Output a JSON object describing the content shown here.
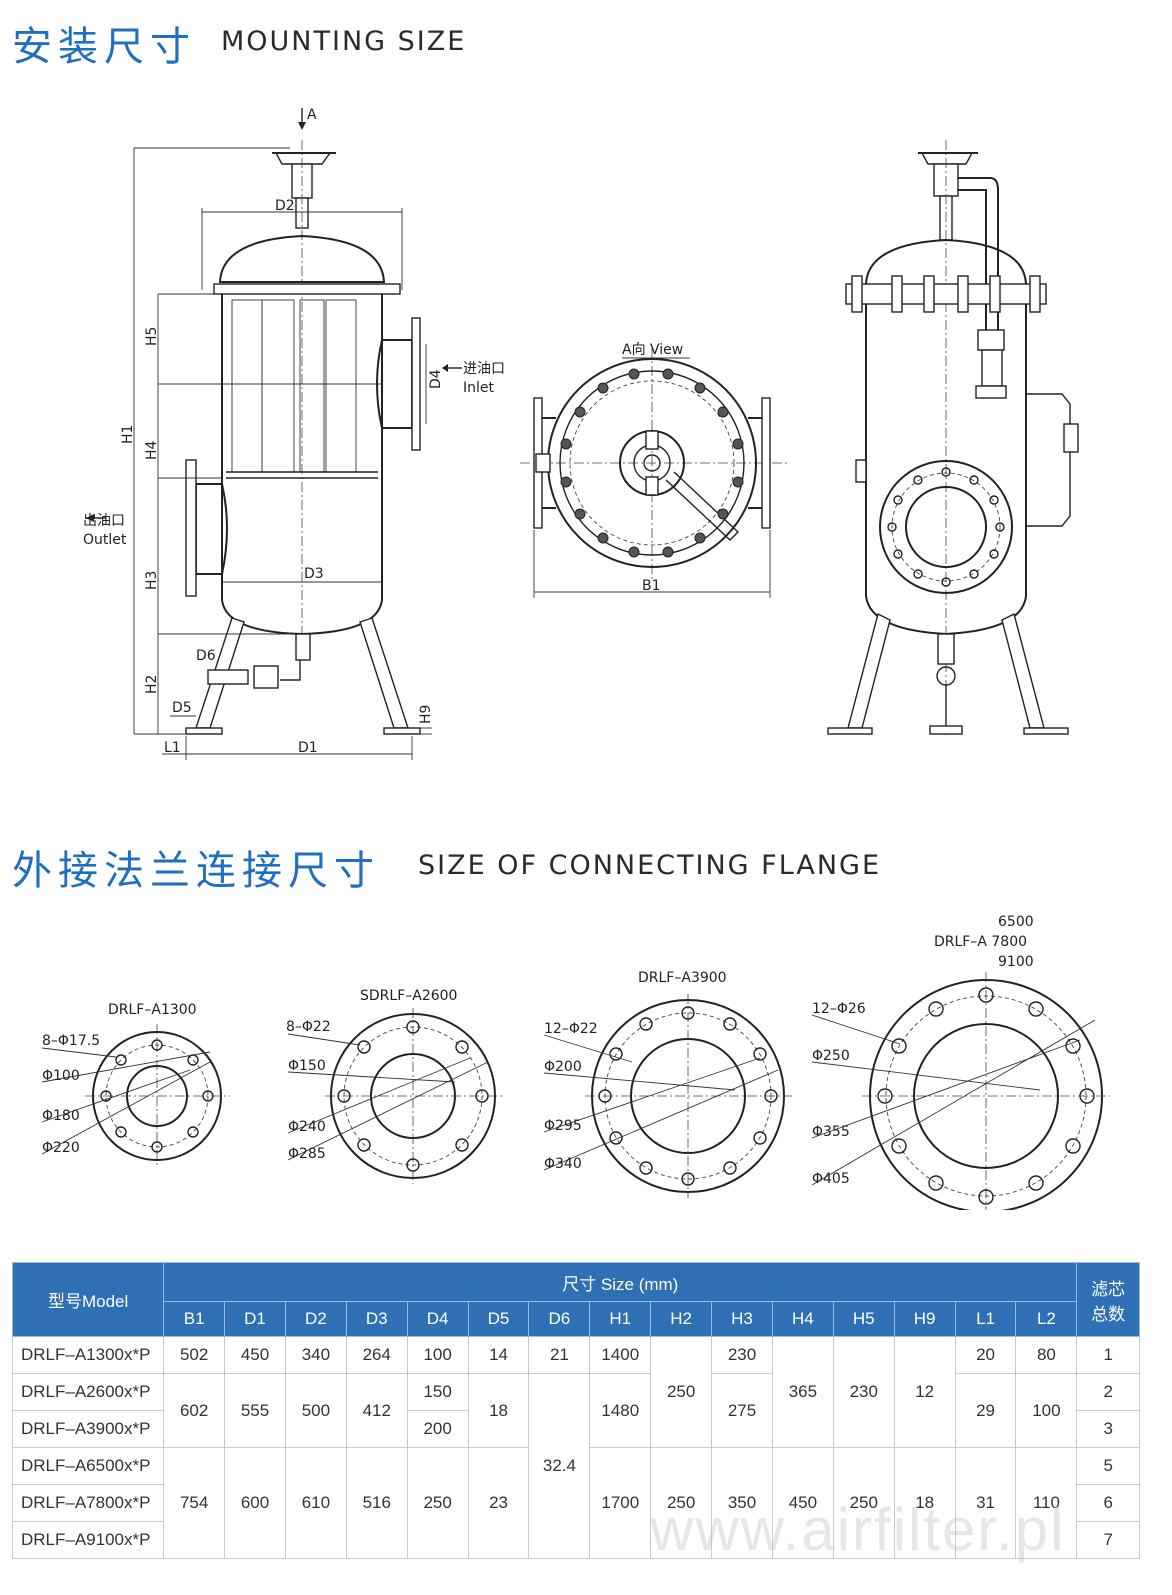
{
  "section1": {
    "title_cn": "安装尺寸",
    "title_en": "MOUNTING SIZE"
  },
  "section2": {
    "title_cn": "外接法兰连接尺寸",
    "title_en": "SIZE OF CONNECTING FLANGE"
  },
  "drawing": {
    "arrow_a": "A",
    "d2": "D2",
    "h1": "H1",
    "h5": "H5",
    "h4": "H4",
    "h3": "H3",
    "h2": "H2",
    "d4": "D4",
    "inlet_cn": "进油口",
    "inlet_en": "Inlet",
    "outlet_cn": "出油口",
    "outlet_en": "Outlet",
    "d3": "D3",
    "d6": "D6",
    "d5": "D5",
    "h9": "H9",
    "l1": "L1",
    "d1": "D1",
    "a_view": "A向 View",
    "b1": "B1"
  },
  "flanges": [
    {
      "model": "DRLF–A1300",
      "holes": "8–Φ17.5",
      "d_in": "Φ100",
      "d_pcd": "Φ180",
      "d_out": "Φ220"
    },
    {
      "model": "SDRLF–A2600",
      "holes": "8–Φ22",
      "d_in": "Φ150",
      "d_pcd": "Φ240",
      "d_out": "Φ285"
    },
    {
      "model": "DRLF–A3900",
      "holes": "12–Φ22",
      "d_in": "Φ200",
      "d_pcd": "Φ295",
      "d_out": "Φ340"
    },
    {
      "model_line1": "6500",
      "model_line2": "DRLF–A 7800",
      "model_line3": "9100",
      "holes": "12–Φ26",
      "d_in": "Φ250",
      "d_pcd": "Φ355",
      "d_out": "Φ405"
    }
  ],
  "table": {
    "model_header": "型号Model",
    "size_header": "尺寸 Size (mm)",
    "count_header_line1": "滤芯",
    "count_header_line2": "总数",
    "columns": [
      "B1",
      "D1",
      "D2",
      "D3",
      "D4",
      "D5",
      "D6",
      "H1",
      "H2",
      "H3",
      "H4",
      "H5",
      "H9",
      "L1",
      "L2"
    ],
    "models": [
      "DRLF–A1300x*P",
      "DRLF–A2600x*P",
      "DRLF–A3900x*P",
      "DRLF–A6500x*P",
      "DRLF–A7800x*P",
      "DRLF–A9100x*P"
    ],
    "r1": {
      "B1": "502",
      "D1": "450",
      "D2": "340",
      "D3": "264",
      "D4": "100",
      "D5": "14",
      "D6": "21",
      "H1": "1400",
      "H3": "230",
      "L1": "20",
      "L2": "80",
      "N": "1"
    },
    "shared": {
      "H2": "250",
      "H4": "365",
      "H5": "230",
      "H9": "12",
      "D6": "32.4"
    },
    "r23": {
      "B1": "602",
      "D1": "555",
      "D2": "500",
      "D3": "412",
      "D4a": "150",
      "D4b": "200",
      "D5": "18",
      "H1": "1480",
      "H3": "275",
      "L1": "29",
      "L2": "100",
      "Na": "2",
      "Nb": "3"
    },
    "r456": {
      "B1": "754",
      "D1": "600",
      "D2": "610",
      "D3": "516",
      "D4": "250",
      "D5": "23",
      "H1": "1700",
      "H2": "250",
      "H3": "350",
      "H4": "450",
      "H5": "250",
      "H9": "18",
      "L1": "31",
      "L2": "110",
      "Na": "5",
      "Nb": "6",
      "Nc": "7"
    }
  },
  "watermark": "www.airfilter.pl"
}
